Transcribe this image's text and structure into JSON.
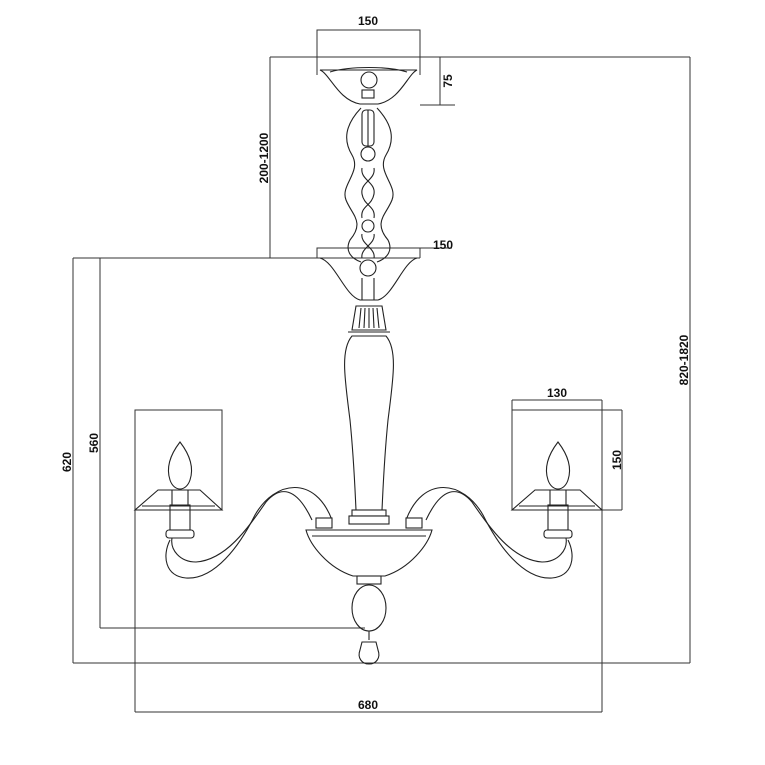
{
  "dimensions": {
    "canopy_width": "150",
    "canopy_height": "75",
    "chain_length": "200-1200",
    "collar_width": "150",
    "total_height": "820-1820",
    "body_height_620": "620",
    "body_height_560": "560",
    "shade_width": "130",
    "shade_height": "150",
    "overall_width": "680"
  }
}
